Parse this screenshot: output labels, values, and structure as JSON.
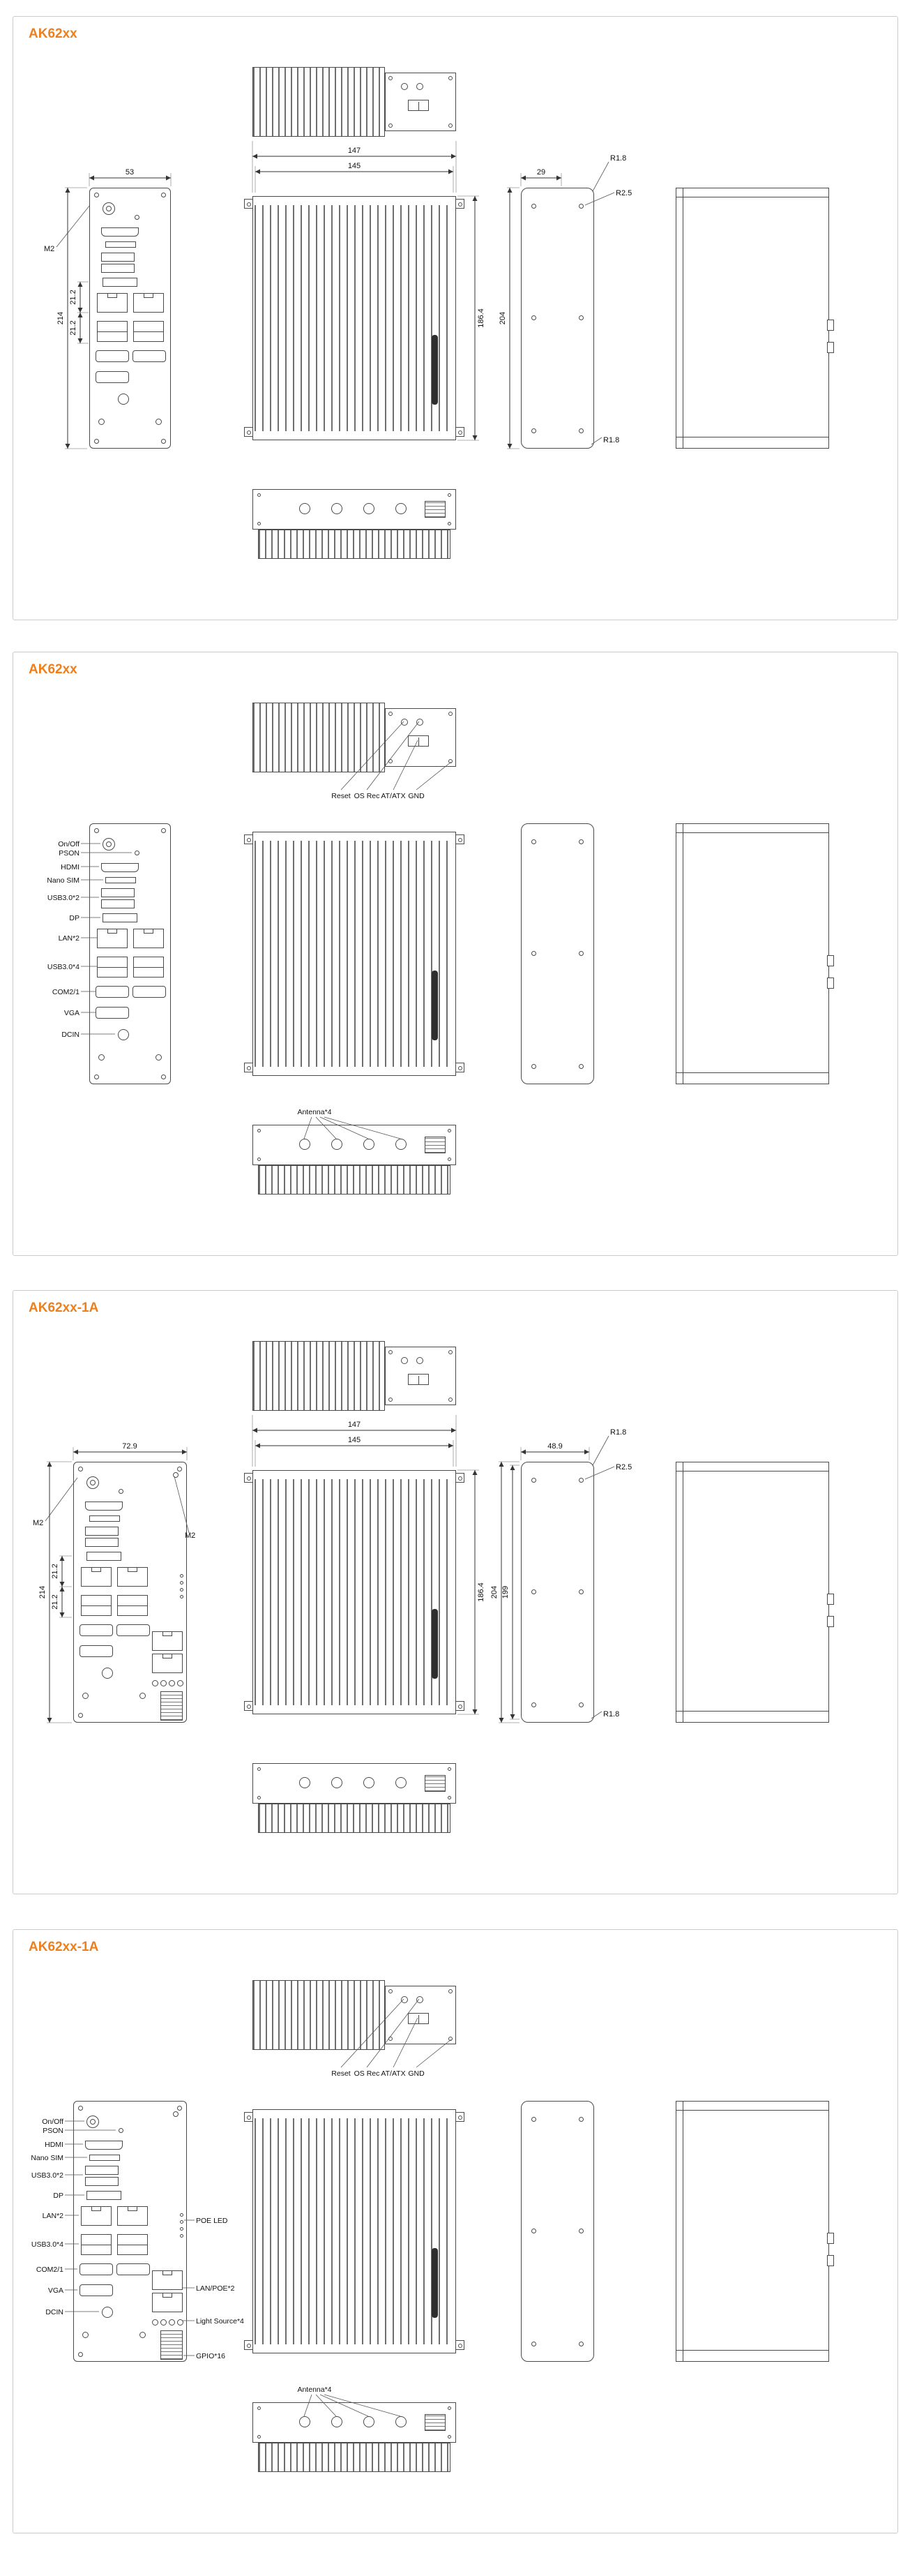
{
  "panel1": {
    "title": "AK62xx",
    "dims": {
      "front_width": "53",
      "m2": "M2",
      "height": "214",
      "pitch_a": "21.2",
      "pitch_b": "21.2",
      "hs_w1": "147",
      "hs_w2": "145",
      "hs_h": "186.4",
      "side_w": "29",
      "side_h": "204",
      "r_top": "R1.8",
      "r_mid": "R2.5",
      "r_bot": "R1.8"
    }
  },
  "panel2": {
    "title": "AK62xx",
    "top": {
      "reset": "Reset",
      "osrec": "OS Rec",
      "atatx": "AT/ATX",
      "gnd": "GND"
    },
    "ports": {
      "onoff": "On/Off",
      "pson": "PSON",
      "hdmi": "HDMI",
      "sim": "Nano SIM",
      "usb2": "USB3.0*2",
      "dp": "DP",
      "lan": "LAN*2",
      "usb4": "USB3.0*4",
      "com": "COM2/1",
      "vga": "VGA",
      "dcin": "DCIN"
    },
    "antenna": "Antenna*4"
  },
  "panel3": {
    "title": "AK62xx-1A",
    "dims": {
      "front_width": "72.9",
      "m2_left": "M2",
      "m2_right": "M2",
      "height": "214",
      "pitch_a": "21.2",
      "pitch_b": "21.2",
      "hs_w1": "147",
      "hs_w2": "145",
      "hs_h": "186.4",
      "side_w": "48.9",
      "side_h_outer": "204",
      "side_h_inner": "199",
      "r_top": "R1.8",
      "r_mid": "R2.5",
      "r_bot": "R1.8"
    }
  },
  "panel4": {
    "title": "AK62xx-1A",
    "top": {
      "reset": "Reset",
      "osrec": "OS Rec",
      "atatx": "AT/ATX",
      "gnd": "GND"
    },
    "ports": {
      "onoff": "On/Off",
      "pson": "PSON",
      "hdmi": "HDMI",
      "sim": "Nano SIM",
      "usb2": "USB3.0*2",
      "dp": "DP",
      "lan": "LAN*2",
      "usb4": "USB3.0*4",
      "com": "COM2/1",
      "vga": "VGA",
      "dcin": "DCIN"
    },
    "right": {
      "poe_led": "POE LED",
      "lan_poe": "LAN/POE*2",
      "light": "Light Source*4",
      "gpio": "GPIO*16"
    },
    "antenna": "Antenna*4"
  }
}
